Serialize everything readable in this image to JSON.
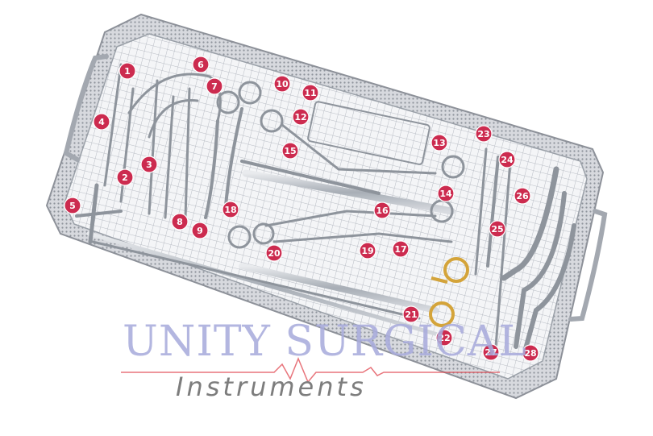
{
  "brand": {
    "name": "UNITY SURGICAL",
    "tagline": "Instruments",
    "name_color": "#a9acdc",
    "tagline_color": "#7d7d7d",
    "pulse_color": "#e0464f"
  },
  "tray": {
    "frame_color": "#c9cbd1",
    "mesh_color": "#eef0f3",
    "instrument_color": "#9da3ab",
    "gold_color": "#d4a43a"
  },
  "badges": {
    "color": "#cc2b4f",
    "items": [
      {
        "label": "1"
      },
      {
        "label": "2"
      },
      {
        "label": "3"
      },
      {
        "label": "4"
      },
      {
        "label": "5"
      },
      {
        "label": "6"
      },
      {
        "label": "7"
      },
      {
        "label": "8"
      },
      {
        "label": "9"
      },
      {
        "label": "10"
      },
      {
        "label": "11"
      },
      {
        "label": "12"
      },
      {
        "label": "13"
      },
      {
        "label": "14"
      },
      {
        "label": "15"
      },
      {
        "label": "16"
      },
      {
        "label": "17"
      },
      {
        "label": "18"
      },
      {
        "label": "19"
      },
      {
        "label": "20"
      },
      {
        "label": "21"
      },
      {
        "label": "22"
      },
      {
        "label": "23"
      },
      {
        "label": "24"
      },
      {
        "label": "25"
      },
      {
        "label": "26"
      },
      {
        "label": "27"
      },
      {
        "label": "28"
      }
    ]
  }
}
